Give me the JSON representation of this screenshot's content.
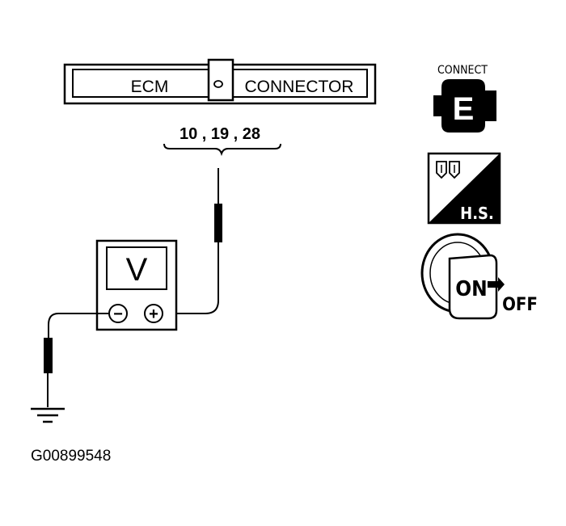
{
  "connector": {
    "left_label": "ECM",
    "right_label": "CONNECTOR",
    "terminals": "10 , 19 , 28"
  },
  "meter": {
    "display": "V",
    "neg_symbol": "−",
    "pos_symbol": "+"
  },
  "icons": {
    "connect_label": "CONNECT",
    "connect_glyph": "E",
    "hs_label": "H.S.",
    "ignition_on": "ON",
    "ignition_off": "OFF"
  },
  "figure_id": "G00899548",
  "colors": {
    "ink": "#000000",
    "paper": "#ffffff"
  }
}
